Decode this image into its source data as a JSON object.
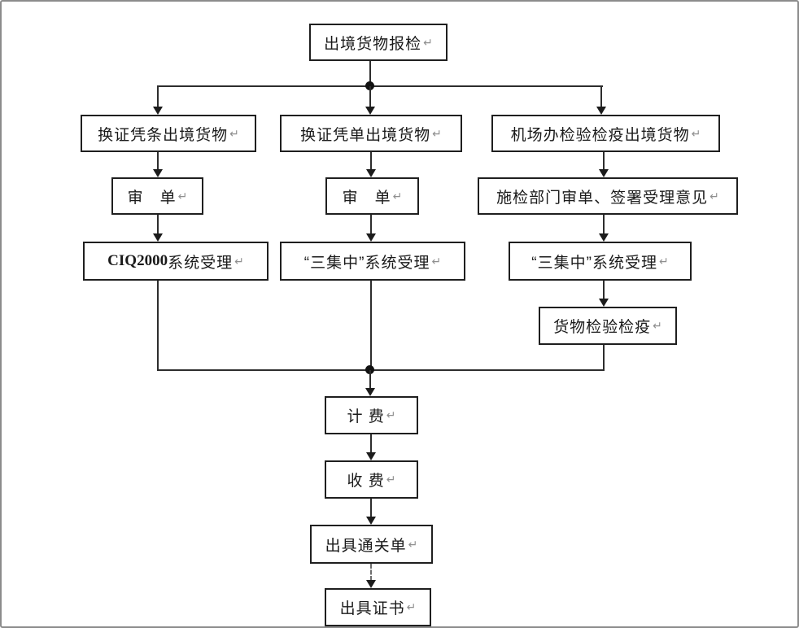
{
  "canvas": {
    "background": "#ffffff",
    "frame_border_color": "#8c8c8c",
    "box_border_color": "#1f1f1f",
    "connector_color": "#2d2d2d",
    "paragraph_mark_color": "#8f8f8f"
  },
  "flowchart": {
    "paragraph_mark": "↵",
    "nodes": {
      "declaration": {
        "label": "出境货物报检"
      },
      "voucher_strip": {
        "label": "换证凭条出境货物"
      },
      "voucher_slip": {
        "label": "换证凭单出境货物"
      },
      "airport_office": {
        "label": "机场办检验检疫出境货物"
      },
      "doc_review_left": {
        "label": "审　单"
      },
      "doc_review_mid": {
        "label": "审　单"
      },
      "dept_review": {
        "label": "施检部门审单、签署受理意见"
      },
      "ciq2000_system": {
        "label_latin": "CIQ2000",
        "label_cn": " 系统受理"
      },
      "sanjizhong_mid": {
        "label": "“三集中”系统受理"
      },
      "sanjizhong_right": {
        "label": "“三集中”系统受理"
      },
      "cargo_inspection": {
        "label": "货物检验检疫"
      },
      "billing": {
        "label": "计 费"
      },
      "fee_collection": {
        "label": "收 费"
      },
      "issue_clearance": {
        "label": "出具通关单"
      },
      "issue_certificate": {
        "label": "出具证书"
      }
    }
  }
}
